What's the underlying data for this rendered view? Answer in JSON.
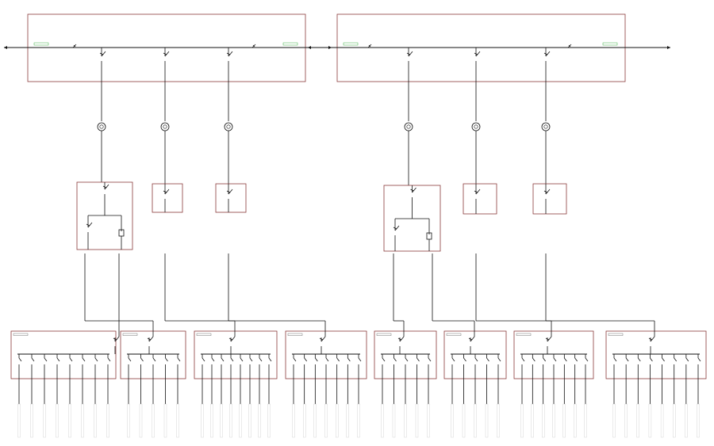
{
  "colors": {
    "background": "#ffffff",
    "line": "#111111",
    "enclosure_border": "#8b3a3a",
    "label_green": "#3cb043",
    "label_gray": "#555555"
  },
  "diagram": {
    "sections": [
      {
        "id": "left",
        "title": "",
        "incoming_left_label": "",
        "incoming_right_label": "",
        "feeders": [
          {
            "id": "f1",
            "label": "",
            "panel": "double"
          },
          {
            "id": "f2",
            "label": "",
            "panel": "single"
          },
          {
            "id": "f3",
            "label": "",
            "panel": "single"
          }
        ],
        "distribution_boards": [
          {
            "id": "db1",
            "circuits": 8
          },
          {
            "id": "db2",
            "circuits": 5
          },
          {
            "id": "db3",
            "circuits": 8
          },
          {
            "id": "db4",
            "circuits": 7
          }
        ]
      },
      {
        "id": "right",
        "title": "",
        "incoming_left_label": "",
        "incoming_right_label": "",
        "feeders": [
          {
            "id": "f1",
            "label": "",
            "panel": "double"
          },
          {
            "id": "f2",
            "label": "",
            "panel": "single"
          },
          {
            "id": "f3",
            "label": "",
            "panel": "single"
          }
        ],
        "distribution_boards": [
          {
            "id": "db1",
            "circuits": 5
          },
          {
            "id": "db2",
            "circuits": 5
          },
          {
            "id": "db3",
            "circuits": 7
          },
          {
            "id": "db4",
            "circuits": 8
          }
        ]
      }
    ]
  }
}
